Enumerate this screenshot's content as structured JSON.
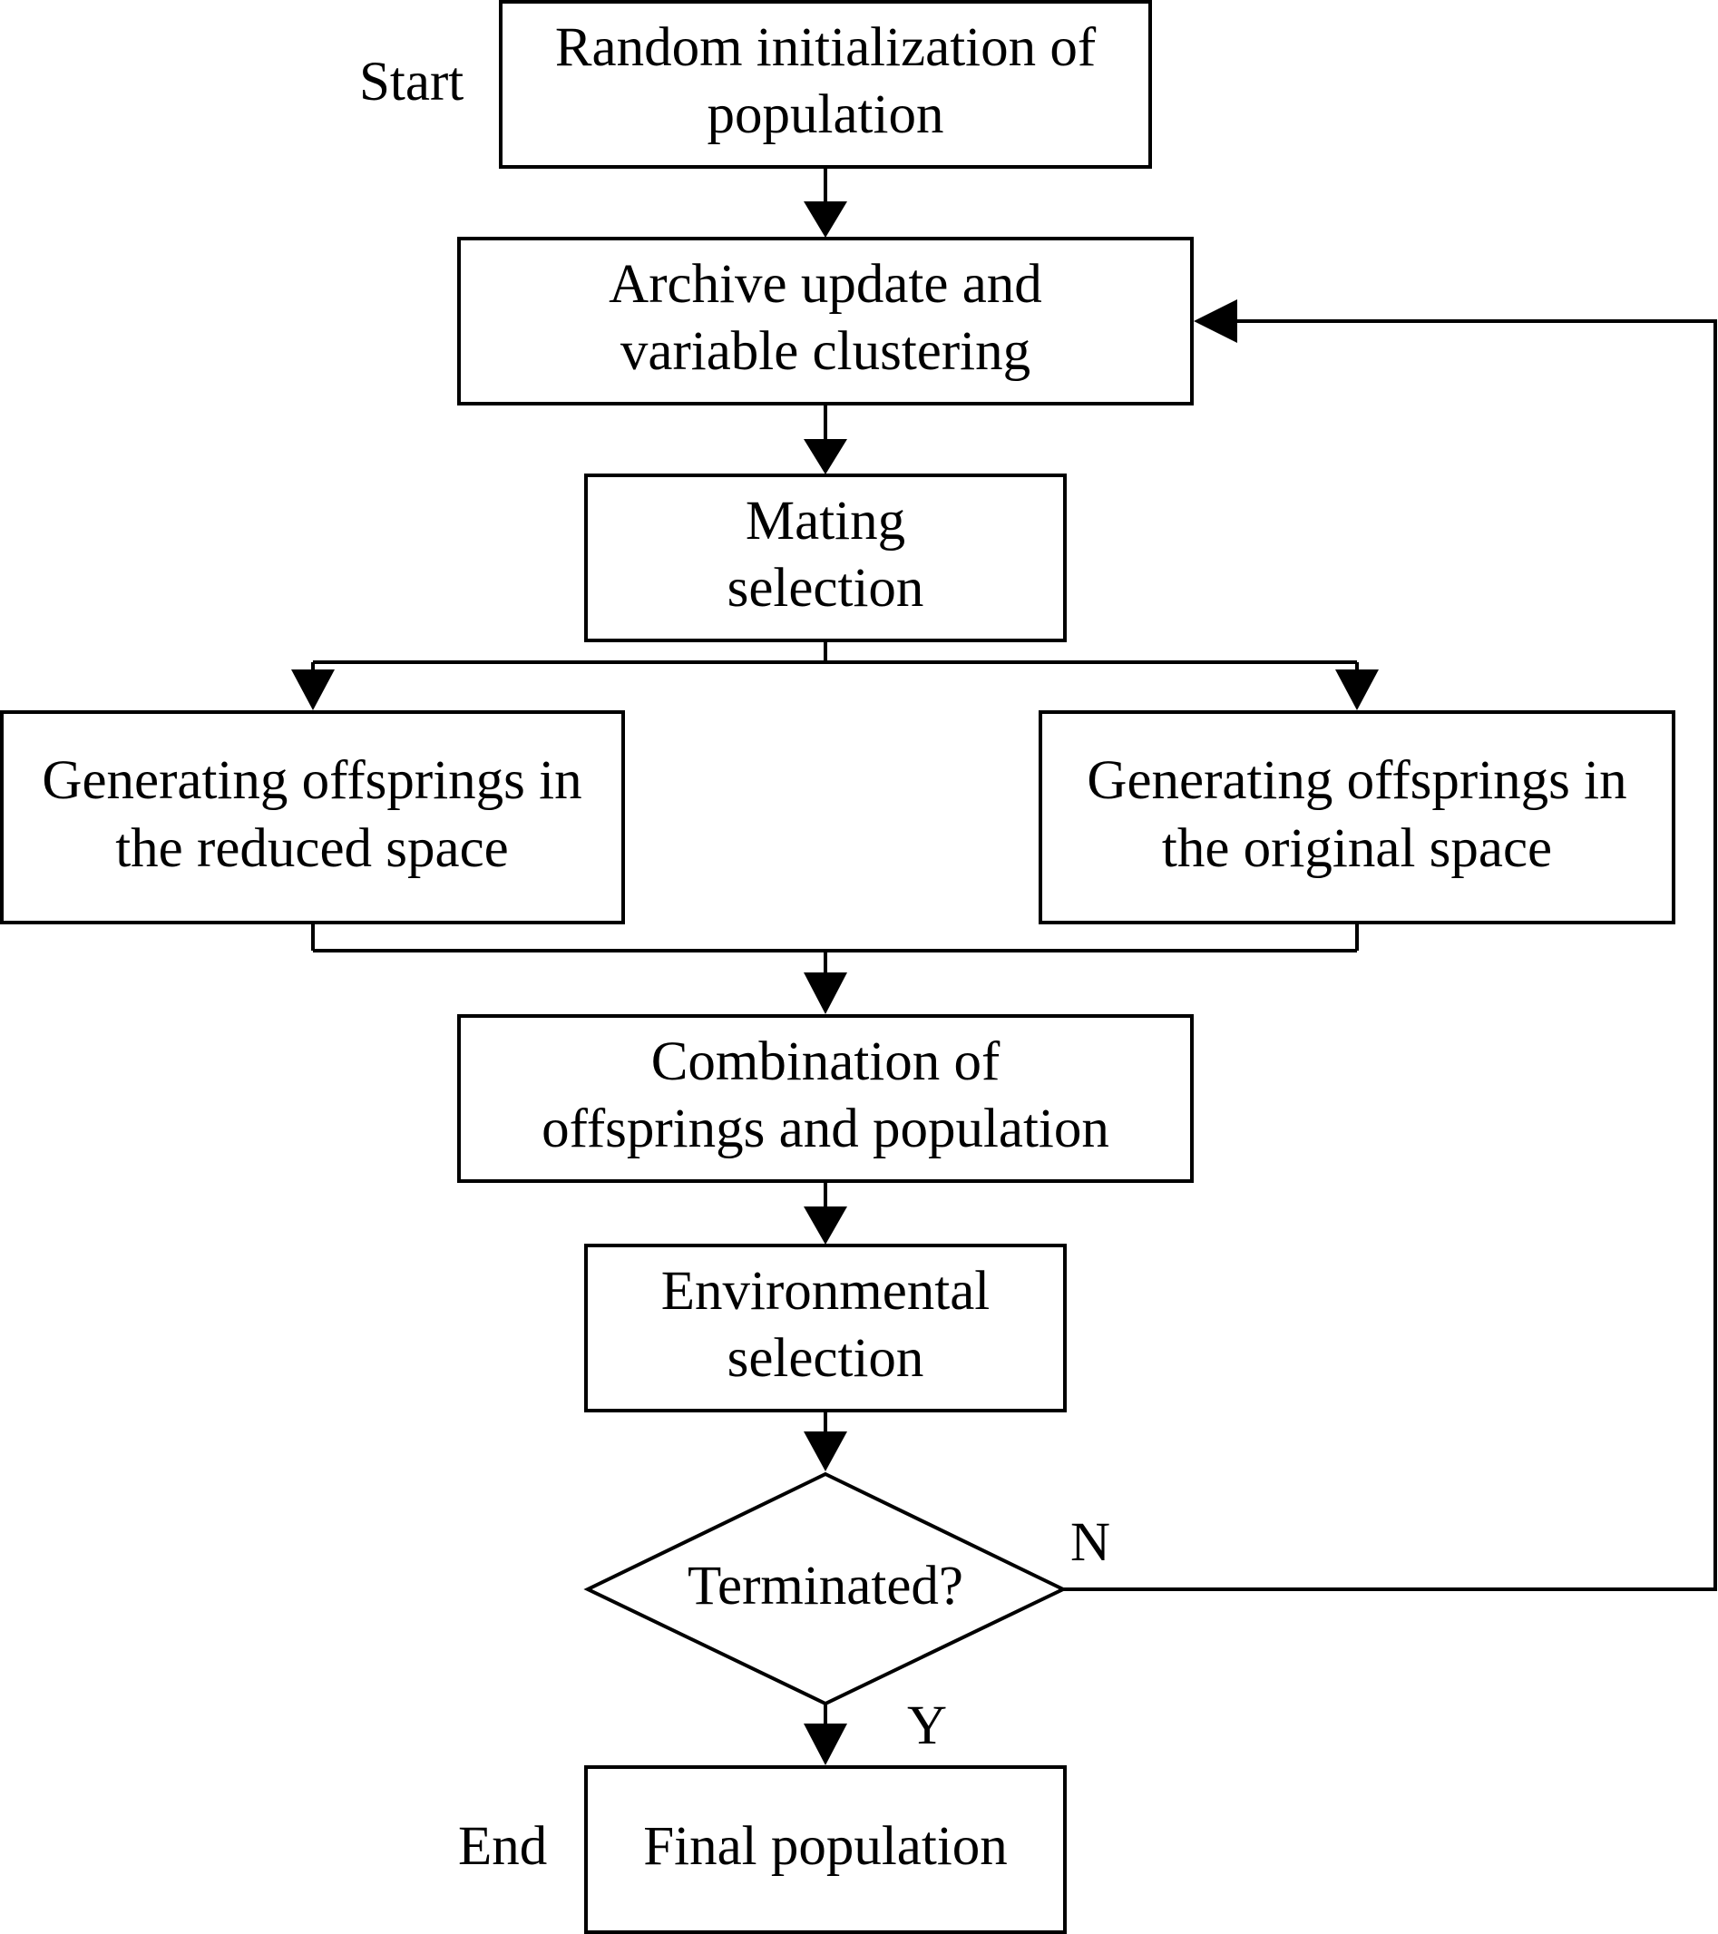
{
  "diagram": {
    "start_label": "Start",
    "end_label": "End",
    "nodes": {
      "init": [
        "Random initialization of",
        "population"
      ],
      "archive": [
        "Archive update and",
        "variable clustering"
      ],
      "mating": [
        "Mating",
        "selection"
      ],
      "reduced": [
        "Generating offsprings in",
        "the reduced space"
      ],
      "original": [
        "Generating offsprings in",
        "the original space"
      ],
      "combination": [
        "Combination of",
        "offsprings and population"
      ],
      "environmental": [
        "Environmental",
        "selection"
      ],
      "decision": "Terminated?",
      "final": "Final population"
    },
    "branch_no": "N",
    "branch_yes": "Y"
  }
}
